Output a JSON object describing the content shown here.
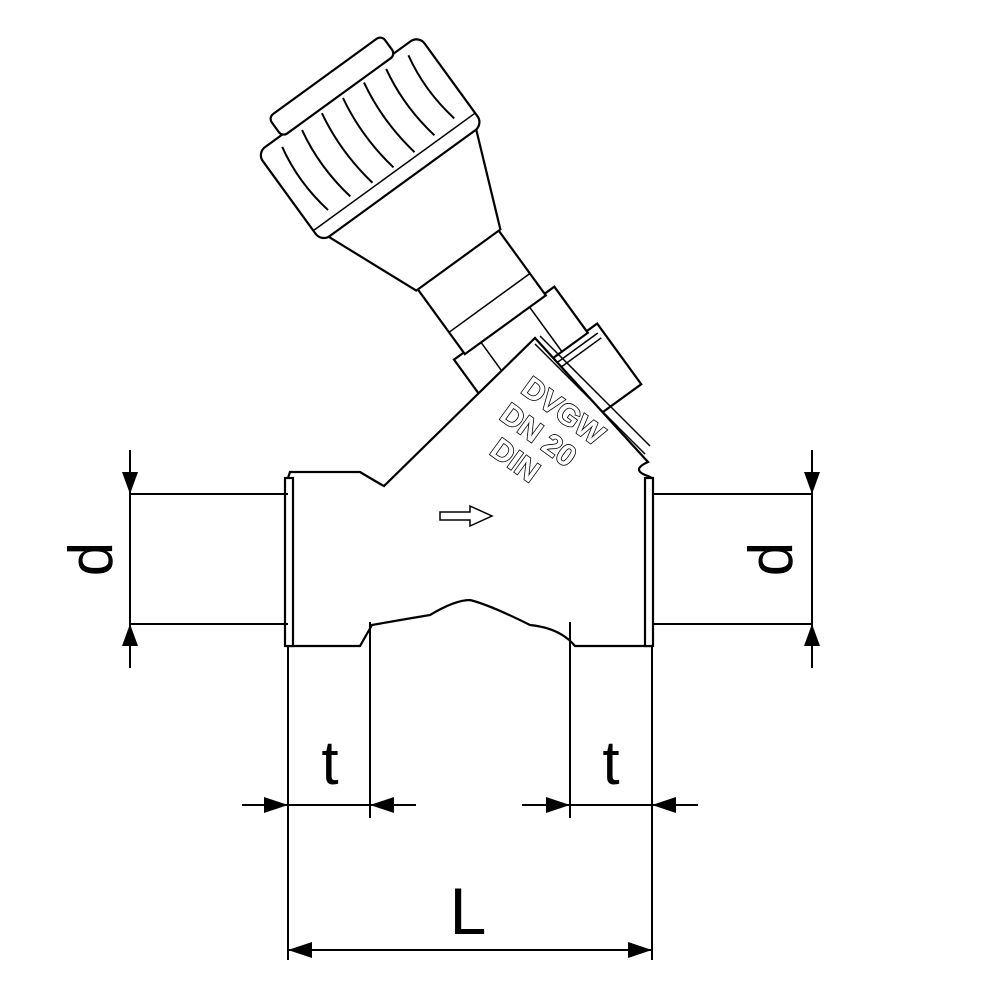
{
  "drawing": {
    "dimensions": {
      "diameter_left": "d",
      "diameter_right": "d",
      "thread_depth_left": "t",
      "thread_depth_right": "t",
      "length": "L"
    },
    "body_marking": {
      "line1": "DVGW",
      "line2": "DN 20",
      "line3": "DIN"
    },
    "flow_arrow": "arrow-right-icon"
  }
}
